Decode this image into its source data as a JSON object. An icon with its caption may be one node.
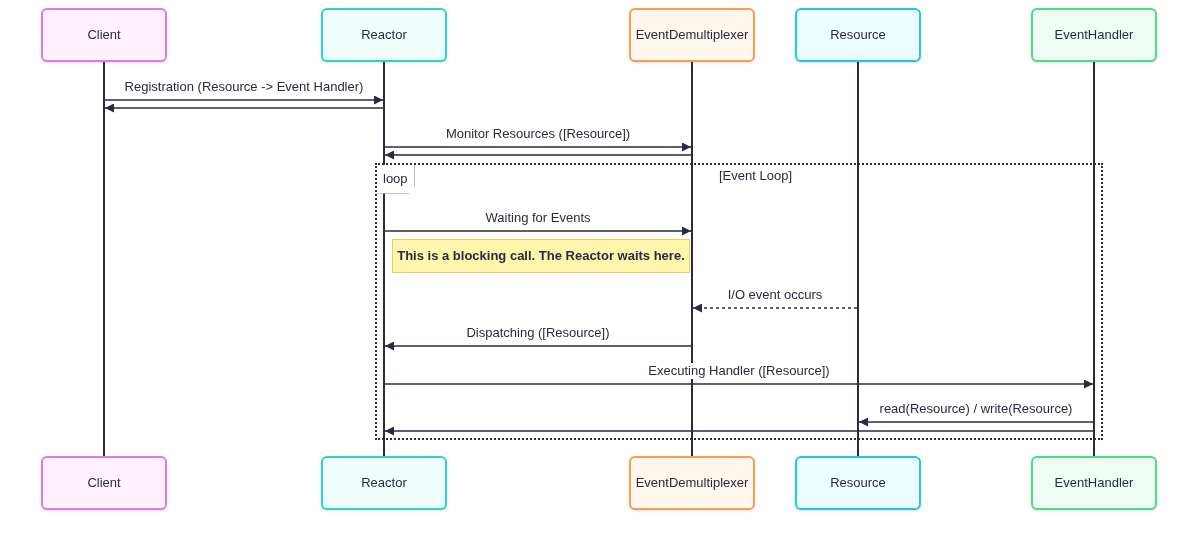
{
  "diagram": {
    "nodes": [
      {
        "text": [
          "Client"
        ]
      },
      {
        "text": [
          "Reactor"
        ]
      },
      {
        "text": [
          "EventDemultiplexer"
        ]
      },
      {
        "text": [
          "Resource"
        ]
      },
      {
        "text": [
          "EventHandler"
        ]
      },
      {
        "text": [
          "Client"
        ]
      },
      {
        "text": [
          "Reactor"
        ]
      },
      {
        "text": [
          "EventDemultiplexer"
        ]
      },
      {
        "text": [
          "Resource"
        ]
      },
      {
        "text": [
          "EventHandler"
        ]
      },
      {
        "text": [],
        "shape": "line"
      },
      {
        "text": [],
        "shape": "line"
      },
      {
        "text": [],
        "shape": "line"
      },
      {
        "text": [],
        "shape": "line"
      },
      {
        "text": [],
        "shape": "line"
      },
      {
        "text": [
          "loop",
          "[Event Loop]"
        ]
      },
      {
        "text": [
          "This is a blocking call. The Reactor waits here."
        ],
        "in": 15
      }
    ],
    "edges": [
      {
        "from": 10,
        "to": 11,
        "arrow": "to",
        "label": "Registration (Resource -> Event Handler)"
      },
      {
        "from": 11,
        "to": 10,
        "arrow": "to"
      },
      {
        "from": 11,
        "to": 12,
        "arrow": "to",
        "label": "Monitor Resources ([Resource])"
      },
      {
        "from": 12,
        "to": 11,
        "arrow": "to"
      },
      {
        "from": 11,
        "to": 12,
        "arrow": "to",
        "label": "Waiting for Events"
      },
      {
        "from": 13,
        "to": 12,
        "arrow": "to",
        "label": "I/O event occurs",
        "style": "dashed"
      },
      {
        "from": 12,
        "to": 11,
        "arrow": "to",
        "label": "Dispatching ([Resource])"
      },
      {
        "from": 11,
        "to": 14,
        "arrow": "to",
        "label": "Executing Handler ([Resource])"
      },
      {
        "from": 14,
        "to": 13,
        "arrow": "to",
        "label": "read(Resource) / write(Resource)"
      },
      {
        "from": 14,
        "to": 11,
        "arrow": "to"
      }
    ]
  }
}
